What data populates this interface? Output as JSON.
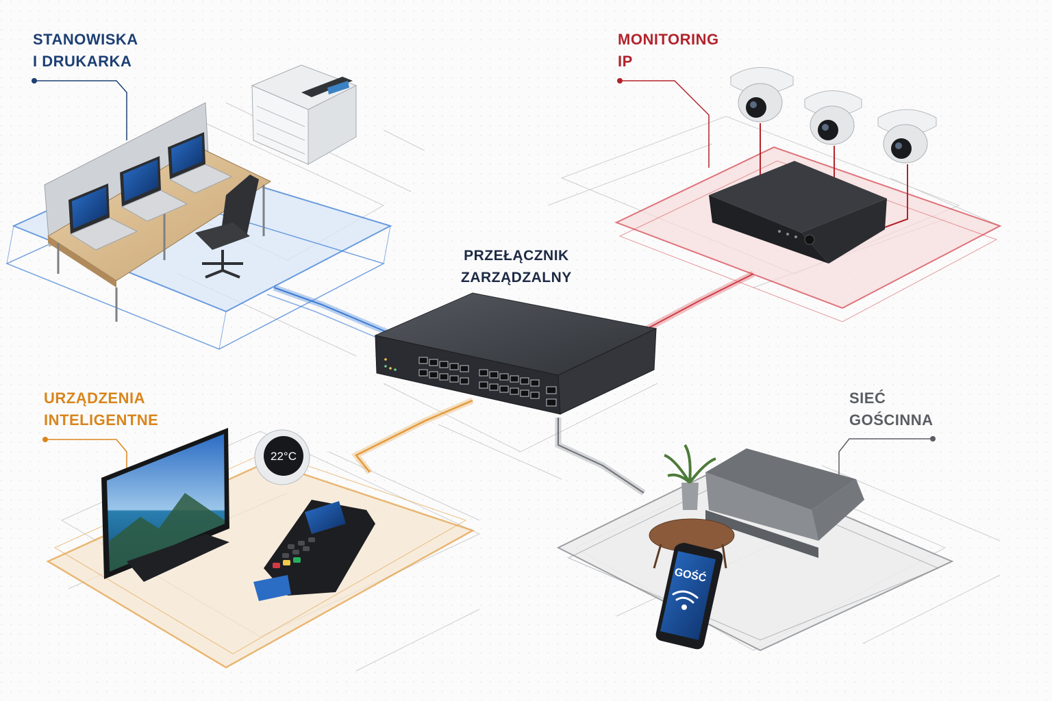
{
  "zones": {
    "workstations": {
      "line1": "STANOWISKA",
      "line2": "I DRUKARKA",
      "color": "#1d3f73",
      "accent": "#3a7bd5"
    },
    "cctv": {
      "line1": "MONITORING",
      "line2": "IP",
      "color": "#b2232c",
      "accent": "#d23a44"
    },
    "switch": {
      "line1": "PRZEŁĄCZNIK",
      "line2": "ZARZĄDZALNY",
      "color": "#1e2a44"
    },
    "smart": {
      "line1": "URZĄDZENIA",
      "line2": "INTELIGENTNE",
      "color": "#d9851c",
      "accent": "#e39a3a"
    },
    "guest": {
      "line1": "SIEĆ",
      "line2": "GOŚCINNA",
      "color": "#5a5d62",
      "accent": "#8c8f94"
    }
  },
  "devices": {
    "thermostat_reading": "22°C",
    "phone_label": "GOŚĆ",
    "icons": [
      "laptop-icon",
      "printer-icon",
      "dome-camera-icon",
      "nvr-recorder-icon",
      "network-switch-icon",
      "tv-icon",
      "thermostat-icon",
      "payment-terminal-icon",
      "sofa-icon",
      "smartphone-wifi-icon"
    ]
  }
}
